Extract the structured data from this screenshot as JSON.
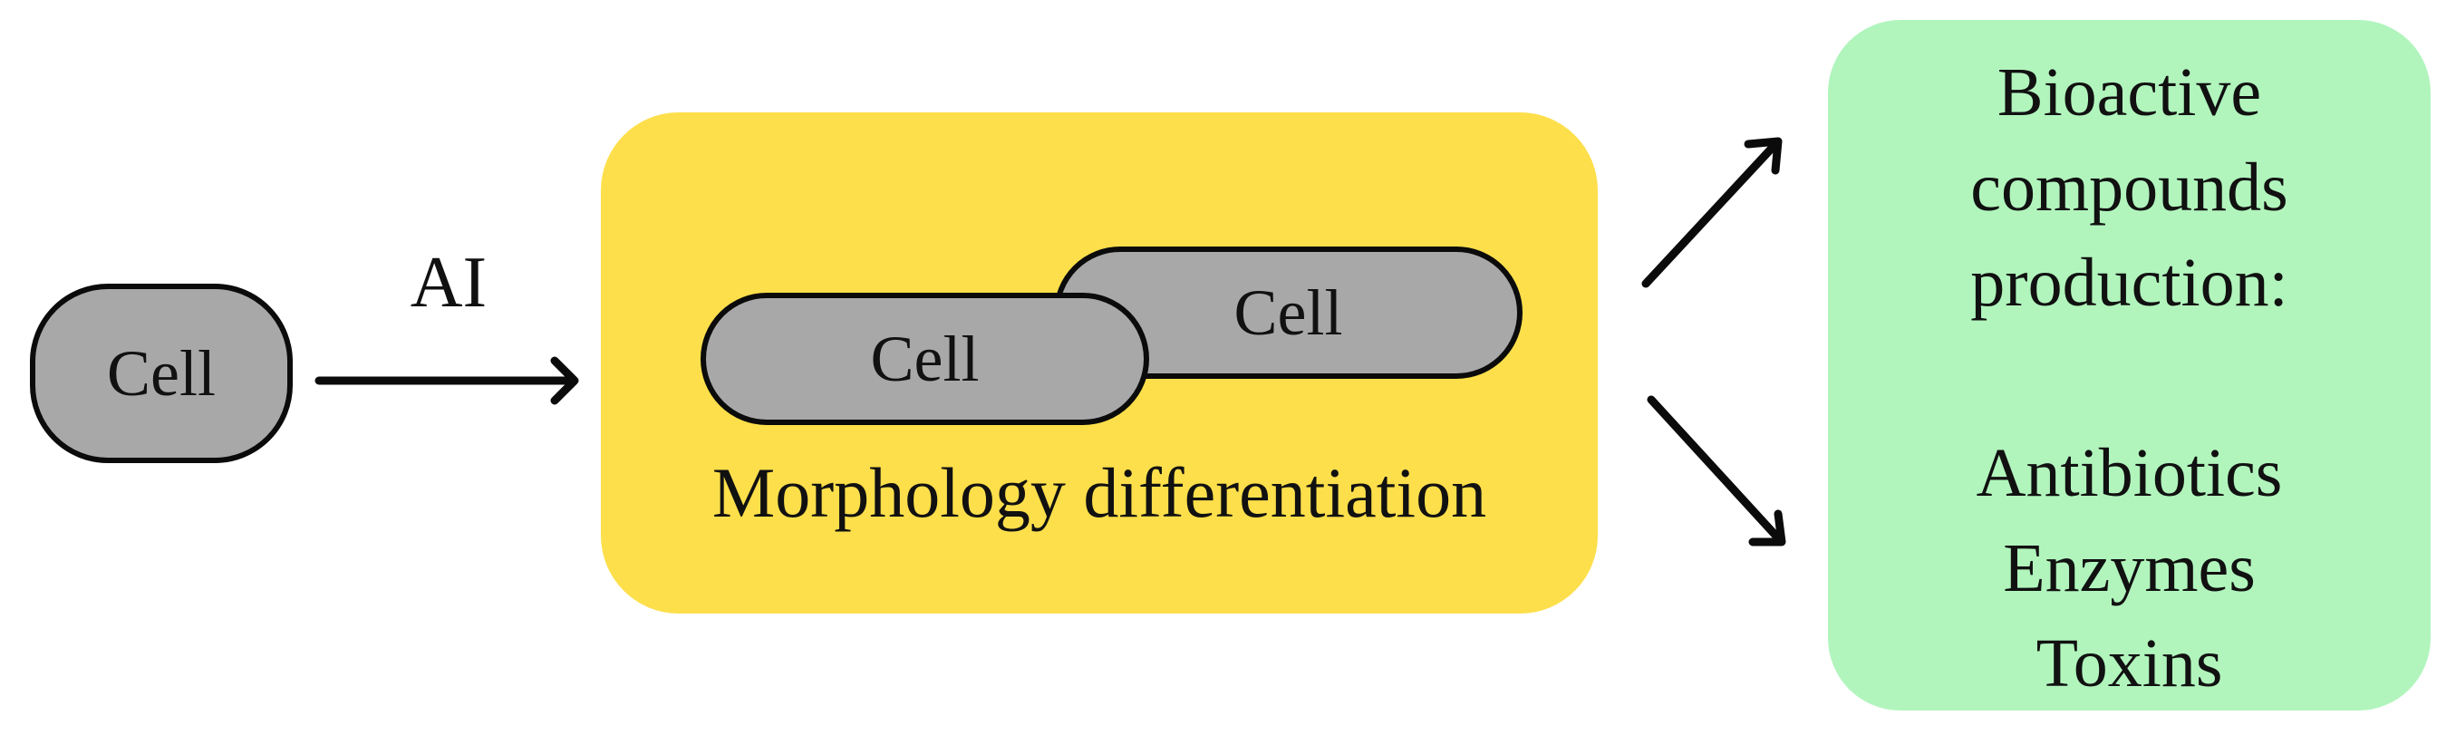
{
  "diagram": {
    "source_cell": {
      "label": "Cell"
    },
    "transition": {
      "label": "AI"
    },
    "differentiation": {
      "label": "Morphology differentiation",
      "cells": [
        {
          "label": "Cell"
        },
        {
          "label": "Cell"
        }
      ],
      "color": "#fddf4b"
    },
    "output": {
      "heading": [
        "Bioactive",
        "compounds",
        "production:"
      ],
      "items": [
        "Antibiotics",
        "Enzymes",
        "Toxins"
      ],
      "color": "#b1f5bd"
    },
    "cell_color": "#a8a8a8"
  }
}
